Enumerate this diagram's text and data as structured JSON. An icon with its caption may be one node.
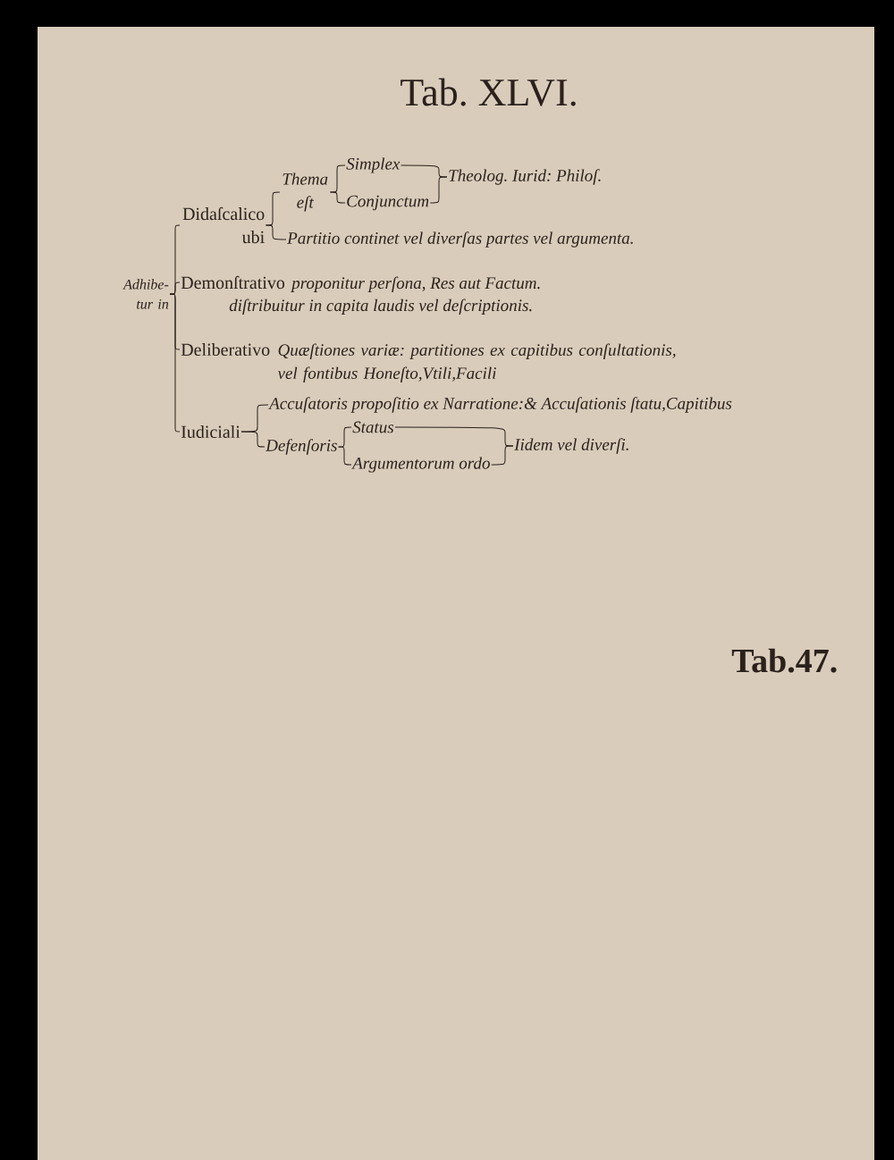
{
  "diagram": {
    "title": "Tab. XLVI.",
    "nodes": [
      {
        "text": [
          "Adhibe- tur in"
        ]
      },
      {
        "text": [
          "Didaſcalico ubi"
        ]
      },
      {
        "text": [
          "Thema eſt"
        ]
      },
      {
        "text": [
          "Simplex"
        ]
      },
      {
        "text": [
          "Conjunctum"
        ]
      },
      {
        "text": [
          "Theolog. Iurid: Philoſ."
        ]
      },
      {
        "text": [
          "Partitio continet vel diverſas partes vel argumenta."
        ]
      },
      {
        "text": [
          "Demonſtrativo",
          "proponitur perſona, Res aut Factum.",
          "diſtribuitur in capita laudis vel deſcriptionis."
        ]
      },
      {
        "text": [
          "Deliberativo",
          "Quæſtiones variæ: partitiones ex capitibus conſultationis, vel fontibus Honeſto,Vtili,Facili"
        ]
      },
      {
        "text": [
          "Iudiciali"
        ]
      },
      {
        "text": [
          "Accuſatoris propoſitio ex Narratione:& Accuſationis ſtatu,Capitibus"
        ]
      },
      {
        "text": [
          "Defenſoris"
        ]
      },
      {
        "text": [
          "Status"
        ]
      },
      {
        "text": [
          "Argumentorum ordo"
        ]
      },
      {
        "text": [
          "Iidem vel diverſi."
        ]
      }
    ],
    "edges": [
      {
        "from": 0,
        "to": 1,
        "arrow": "none"
      },
      {
        "from": 0,
        "to": 7,
        "arrow": "none"
      },
      {
        "from": 0,
        "to": 8,
        "arrow": "none"
      },
      {
        "from": 0,
        "to": 9,
        "arrow": "none"
      },
      {
        "from": 1,
        "to": 2,
        "arrow": "none"
      },
      {
        "from": 1,
        "to": 6,
        "arrow": "none"
      },
      {
        "from": 2,
        "to": 3,
        "arrow": "none"
      },
      {
        "from": 2,
        "to": 4,
        "arrow": "none"
      },
      {
        "from": 3,
        "to": 5,
        "arrow": "none"
      },
      {
        "from": 4,
        "to": 5,
        "arrow": "none"
      },
      {
        "from": 9,
        "to": 10,
        "arrow": "none"
      },
      {
        "from": 9,
        "to": 11,
        "arrow": "none"
      },
      {
        "from": 11,
        "to": 12,
        "arrow": "none"
      },
      {
        "from": 11,
        "to": 13,
        "arrow": "none"
      },
      {
        "from": 12,
        "to": 14,
        "arrow": "none"
      },
      {
        "from": 13,
        "to": 14,
        "arrow": "none"
      }
    ],
    "labels": [
      "Tab.47."
    ]
  }
}
